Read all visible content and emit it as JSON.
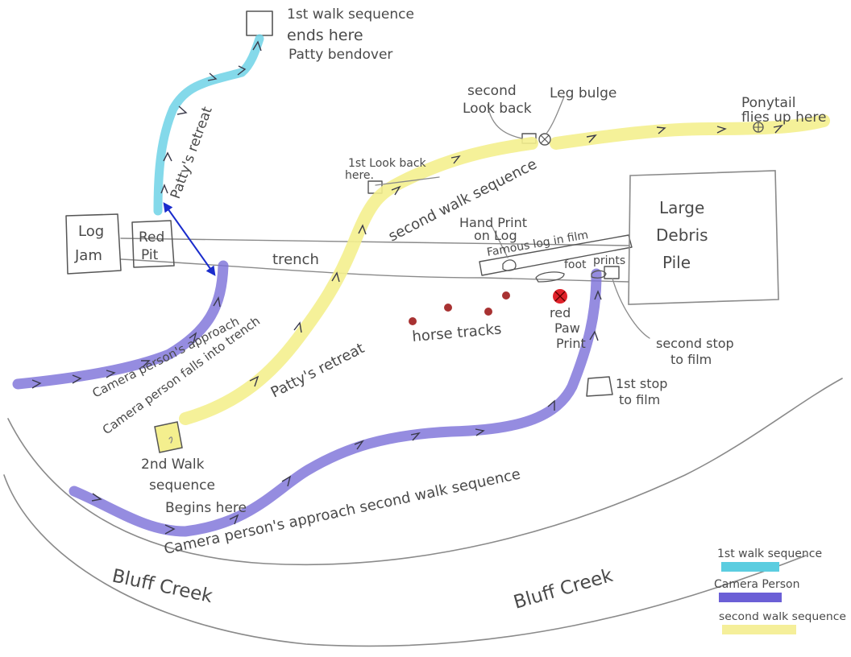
{
  "labels": {
    "first_end": [
      "1st walk sequence",
      "ends here",
      "Patty bendover"
    ],
    "second_lookback": [
      "second",
      "Look back"
    ],
    "leg_bulge": "Leg bulge",
    "ponytail": [
      "Ponytail",
      "flies up here"
    ],
    "first_lookback": [
      "1st Look back",
      "here."
    ],
    "pattys_retreat_top": "Patty's retreat",
    "second_walk_top": "second walk sequence",
    "hand_print": [
      "Hand Print",
      "on Log"
    ],
    "famous_log": "Famous log in film",
    "large_debris": [
      "Large",
      "Debris",
      "Pile"
    ],
    "log_jam": [
      "Log",
      "Jam"
    ],
    "red_pit": [
      "Red",
      "Pit"
    ],
    "trench": "trench",
    "foot_prints": [
      "foot",
      "prints"
    ],
    "camera_approach_top": "Camera person's approach",
    "camera_falls": "Camera person falls into trench",
    "pattys_retreat_bottom": "Patty's retreat",
    "horse_tracks": "horse tracks",
    "red_paw": [
      "red",
      "Paw",
      "Print"
    ],
    "second_stop": [
      "second stop",
      "to film"
    ],
    "first_stop": [
      "1st stop",
      "to film"
    ],
    "second_begins": [
      "2nd Walk",
      "sequence",
      "Begins here"
    ],
    "camera_approach_bottom": "Camera person's approach second walk sequence",
    "bluff_left": "Bluff Creek",
    "bluff_right": "Bluff Creek"
  },
  "legend": {
    "items": [
      {
        "label": "1st walk sequence",
        "color": "#5bcde0"
      },
      {
        "label": "Camera Person",
        "color": "#6b5fd6"
      },
      {
        "label": "second walk sequence",
        "color": "#f5ef9a"
      }
    ]
  },
  "colors": {
    "cyan_path": "#6fd2e6",
    "purple_path": "#7a6fd8",
    "yellow_path": "#f4ef8e",
    "red_marker": "#e0222a",
    "track_dot": "#a83232",
    "blue_arrow": "#1a2ccc"
  }
}
